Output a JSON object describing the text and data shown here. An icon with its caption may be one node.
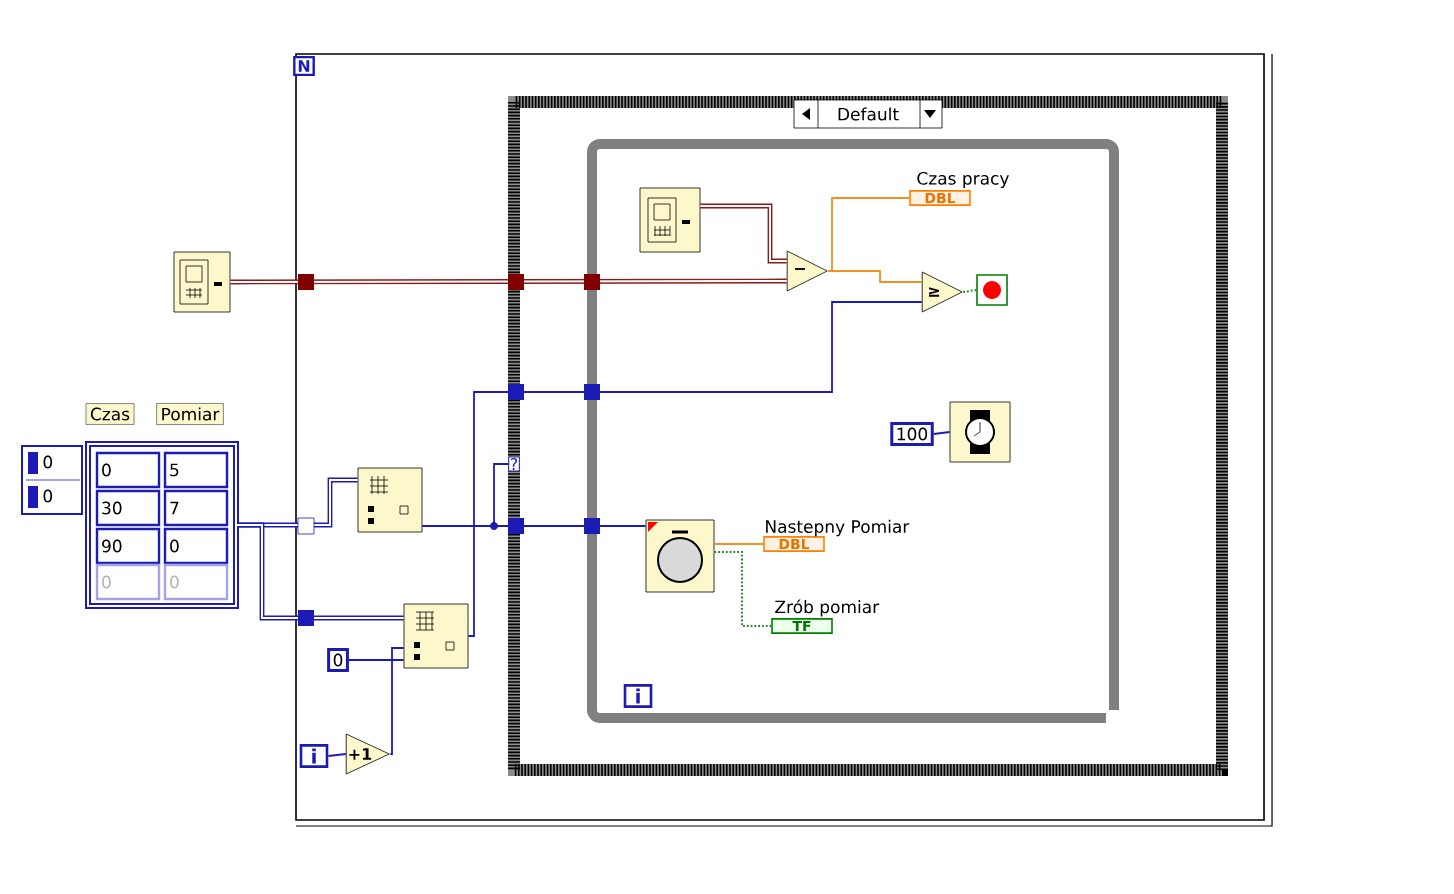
{
  "diagram": {
    "nodes": [
      {
        "text": [],
        "shape": "box"
      },
      {
        "text": [
          "Czas",
          "Pomiar",
          "0",
          "0",
          "0",
          "5",
          "30",
          "7",
          "90",
          "0",
          "0",
          "0"
        ]
      },
      {
        "text": [],
        "shape": "box"
      },
      {
        "text": [],
        "shape": "box"
      },
      {
        "text": [
          "0"
        ]
      },
      {
        "text": [
          "i"
        ]
      },
      {
        "text": [
          "+1"
        ]
      },
      {
        "text": [],
        "shape": "box"
      },
      {
        "text": [
          "−"
        ]
      },
      {
        "text": [
          "DBL"
        ],
        "beside": [
          "Czas pracy"
        ]
      },
      {
        "text": [
          "≥"
        ]
      },
      {
        "text": [],
        "shape": "box"
      },
      {
        "text": [
          "100"
        ]
      },
      {
        "text": [],
        "shape": "box"
      },
      {
        "text": [],
        "shape": "box"
      },
      {
        "text": [
          "DBL"
        ],
        "beside": [
          "Nastepny Pomiar"
        ]
      },
      {
        "text": [
          "TF"
        ],
        "beside": [
          "Zrób pomiar"
        ]
      },
      {
        "text": [
          "?"
        ]
      },
      {
        "text": [
          "i"
        ]
      }
    ],
    "edges": [
      {
        "from": 0,
        "to": 8,
        "arrow": "none",
        "style": "thick",
        "color": "#8b1a1a"
      },
      {
        "from": 7,
        "to": 8,
        "arrow": "none",
        "style": "thick",
        "color": "#8b1a1a"
      },
      {
        "from": 8,
        "to": 9,
        "arrow": "none",
        "color": "#f09020"
      },
      {
        "from": 8,
        "to": 10,
        "arrow": "none",
        "color": "#f09020"
      },
      {
        "from": 10,
        "to": 11,
        "arrow": "none",
        "style": "dashed",
        "color": "#208a20"
      },
      {
        "from": 3,
        "to": 10,
        "arrow": "none"
      },
      {
        "from": 1,
        "to": 2,
        "arrow": "none",
        "style": "thick"
      },
      {
        "from": 1,
        "to": 3,
        "arrow": "none",
        "style": "thick"
      },
      {
        "from": 4,
        "to": 3,
        "arrow": "none"
      },
      {
        "from": 5,
        "to": 6,
        "arrow": "none"
      },
      {
        "from": 6,
        "to": 3,
        "arrow": "none"
      },
      {
        "from": 2,
        "to": 14,
        "arrow": "none"
      },
      {
        "from": 2,
        "to": 17,
        "arrow": "none"
      },
      {
        "from": 12,
        "to": 13,
        "arrow": "none"
      },
      {
        "from": 14,
        "to": 15,
        "arrow": "none",
        "color": "#f09020"
      },
      {
        "from": 14,
        "to": 16,
        "arrow": "none",
        "style": "dashed",
        "color": "#208a20"
      }
    ],
    "labels": [
      "N",
      "Default"
    ]
  }
}
